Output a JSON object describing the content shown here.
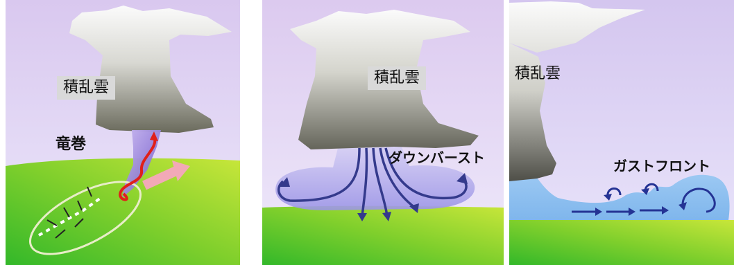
{
  "panels": [
    {
      "label": "積乱雲",
      "tornado_label": "竜巻"
    },
    {
      "label": "積乱雲",
      "downburst_label": "ダウンバースト"
    },
    {
      "label": "積乱雲",
      "gust_label": "ガストフロント"
    }
  ],
  "colors": {
    "sky_top": "#d9c8ef",
    "sky_bottom": "#ece8fb",
    "ground_top": "#a8d82e",
    "ground_bottom": "#3fbf2a",
    "cloud_light": "#f6f6f6",
    "cloud_dark": "#666658",
    "flow_arrow": "#343a8c",
    "tornado_red": "#e0201a",
    "move_arrow": "#f2a9b7",
    "outflow_blue": "#9ccaf2"
  }
}
